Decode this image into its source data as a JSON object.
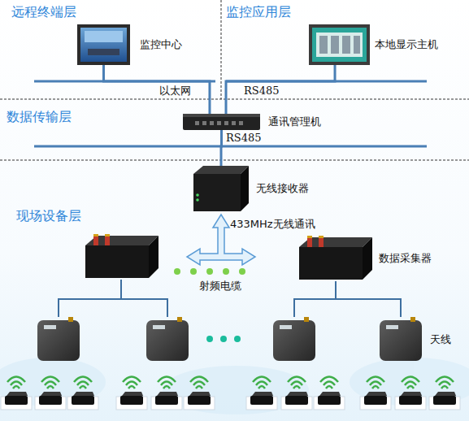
{
  "diagram": {
    "nodes": [
      {
        "text": [
          "监控中心"
        ]
      },
      {
        "text": [
          "本地显示主机"
        ]
      },
      {
        "text": [
          "通讯管理机"
        ]
      },
      {
        "text": [
          "无线接收器"
        ]
      },
      {
        "text": [
          "数据采集器"
        ]
      },
      {
        "text": [
          "天线"
        ]
      }
    ],
    "edges": [
      {
        "from": 0,
        "to": 2,
        "label": "以太网",
        "arrow": "none"
      },
      {
        "from": 2,
        "to": 1,
        "label": "RS485",
        "arrow": "none"
      },
      {
        "from": 2,
        "to": 3,
        "label": "RS485",
        "arrow": "none"
      },
      {
        "from": 4,
        "to": 5,
        "arrow": "none"
      }
    ],
    "labels": [
      "远程终端层",
      "监控应用层",
      "数据传输层",
      "现场设备层",
      "433MHz无线通讯",
      "射频电缆"
    ]
  }
}
